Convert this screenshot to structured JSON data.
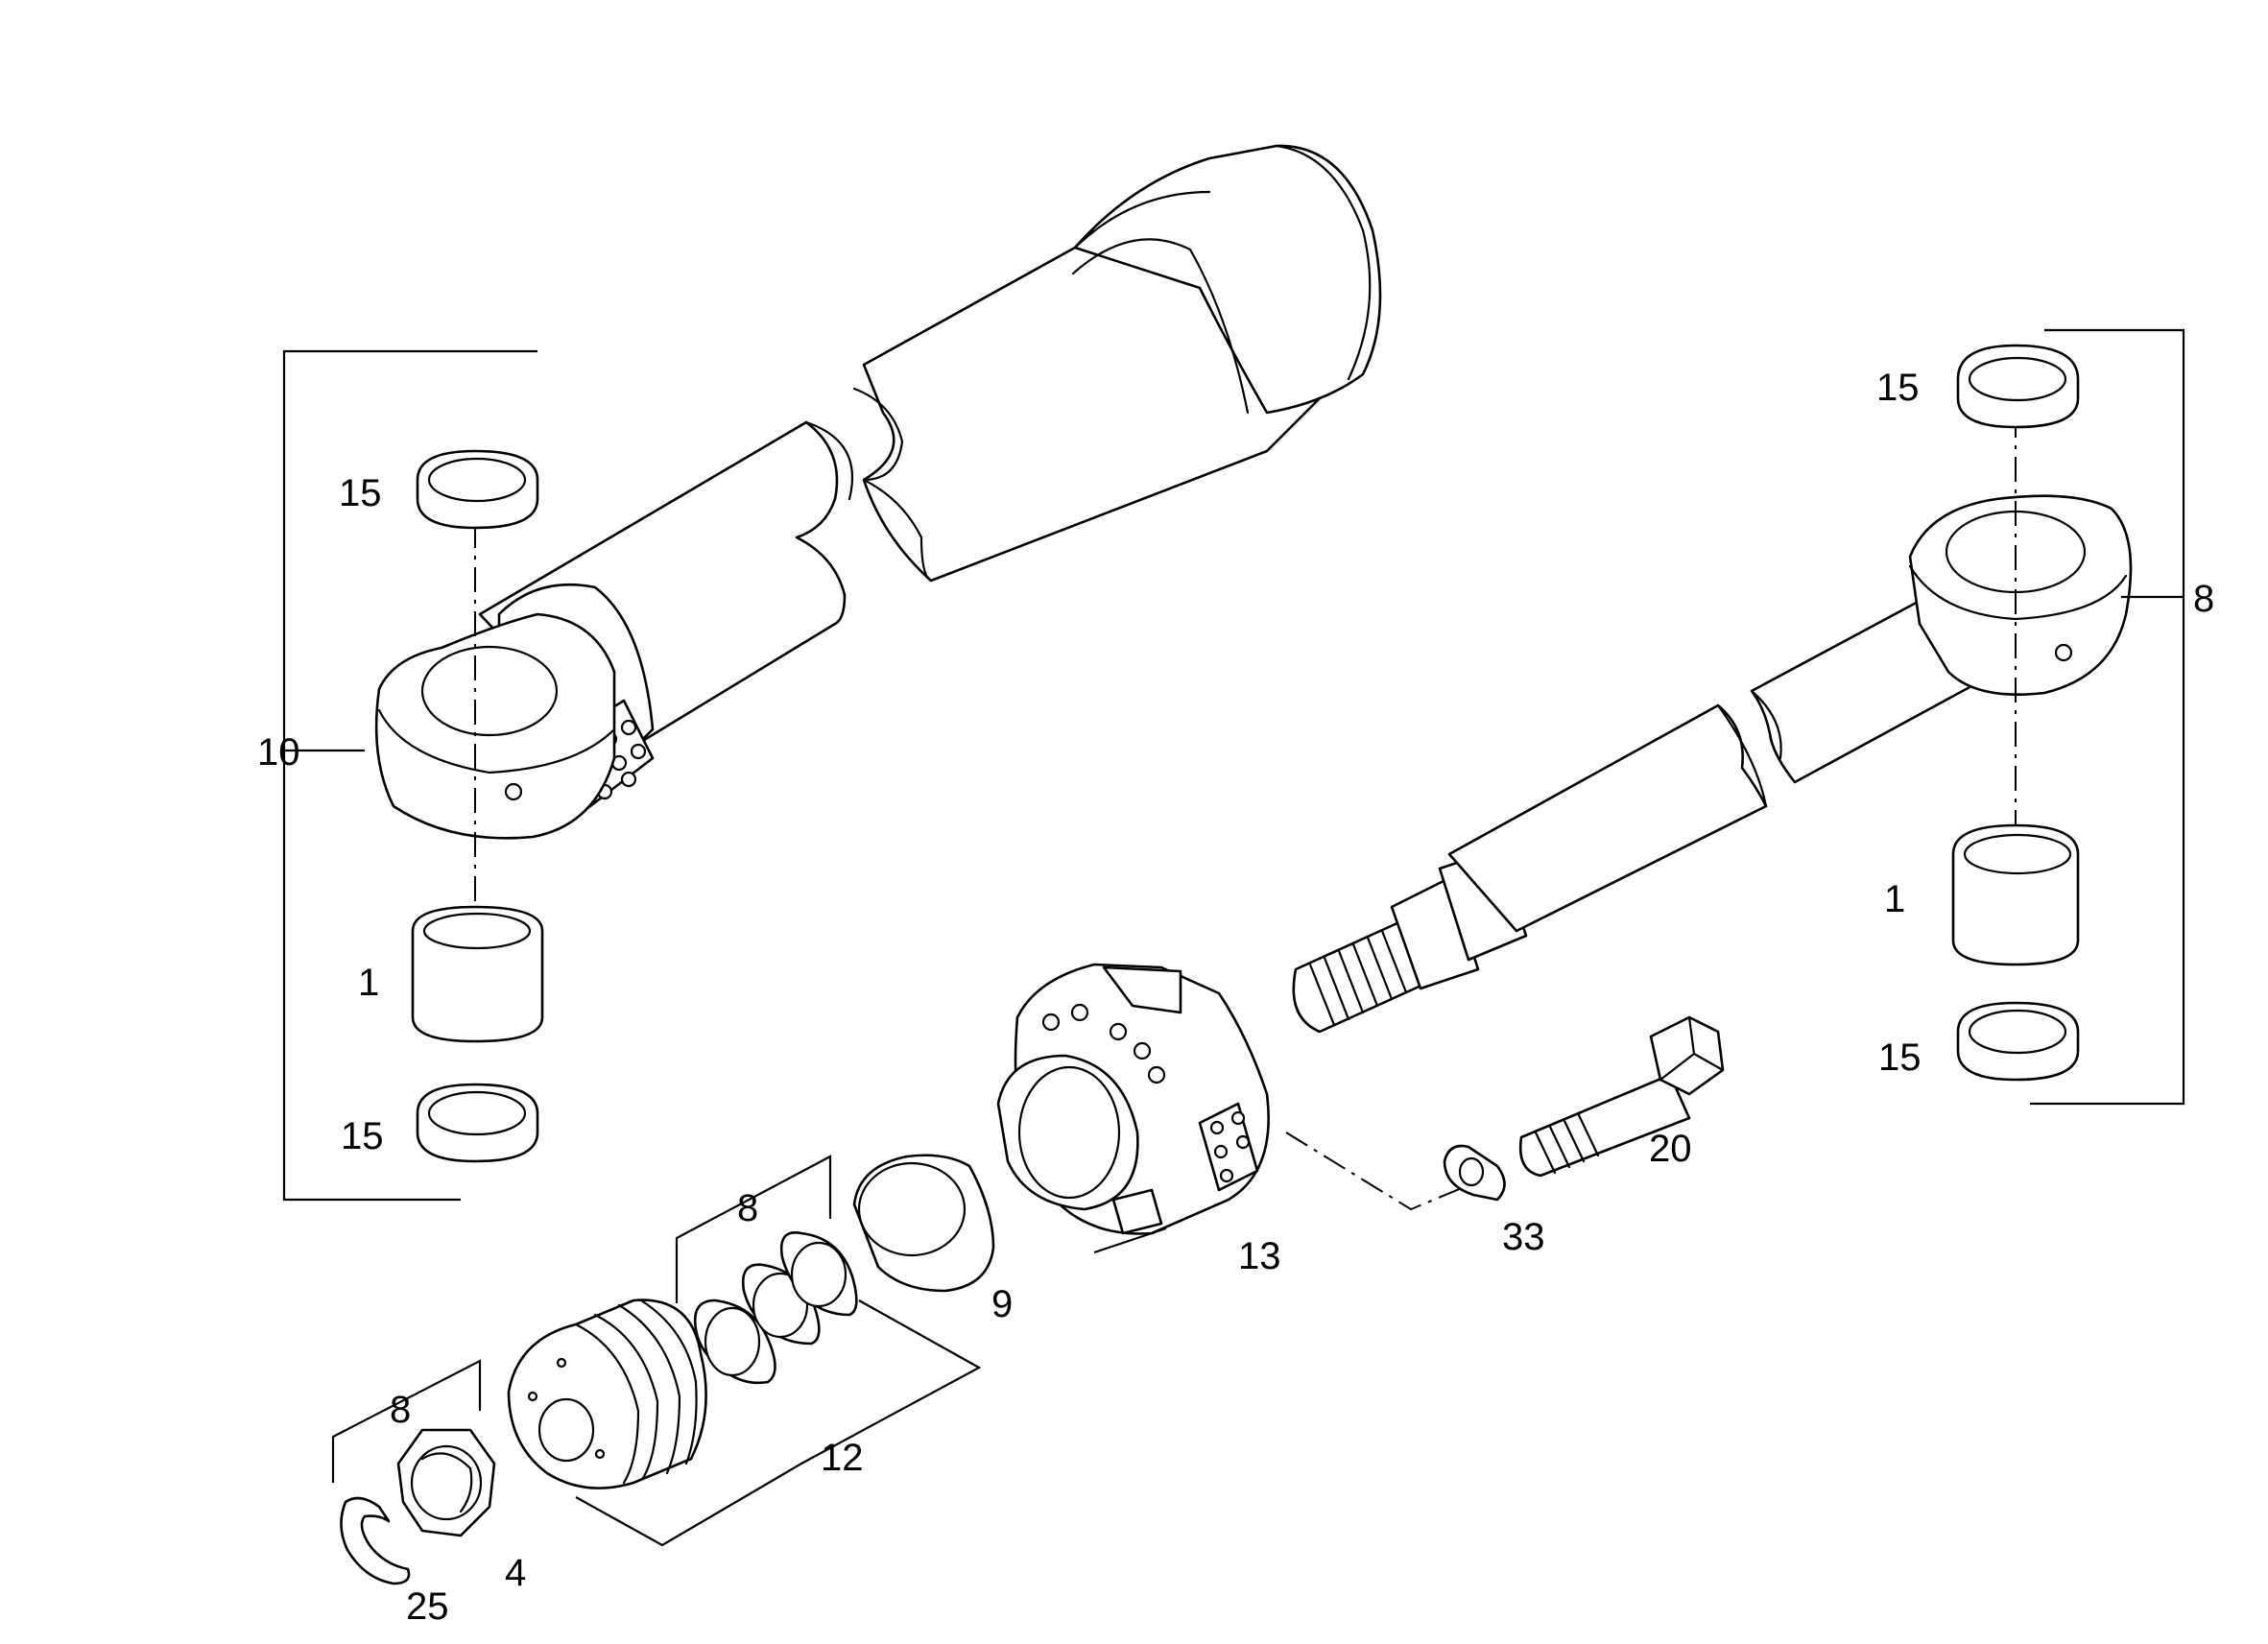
{
  "diagram": {
    "callouts": {
      "c15_left_top": "15",
      "c10": "10",
      "c1_left": "1",
      "c15_left_bottom": "15",
      "c15_right_top": "15",
      "c8_right": "8",
      "c1_right": "1",
      "c15_right_bottom": "15",
      "c20": "20",
      "c33": "33",
      "c13": "13",
      "c9": "9",
      "c8_seals": "8",
      "c12": "12",
      "c8_nut": "8",
      "c4": "4",
      "c25": "25"
    }
  }
}
